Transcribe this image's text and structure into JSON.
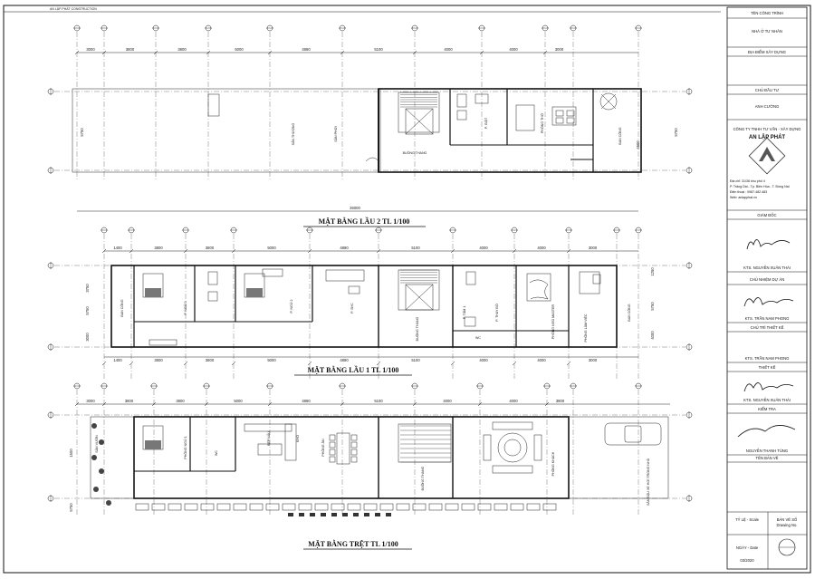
{
  "header_text": "AN LẬP PHÁT CONSTRUCTION",
  "plans": [
    {
      "title": "MẶT BẰNG LẦU 2 TL 1/100",
      "dims_top": [
        "3000",
        "3800",
        "3800",
        "5000",
        "4880",
        "5100",
        "4000",
        "4000",
        "3000"
      ],
      "total": "36000",
      "left_dim": "5750",
      "right_dims": [
        "5750",
        "4500"
      ],
      "rooms": [
        "SÂN THƯỢNG",
        "SÂN PHƠI",
        "BUỒNG THANG",
        "P. GIẶT",
        "PHÒNG THỜ",
        "BAN CÔNG"
      ]
    },
    {
      "title": "MẶT BẰNG LẦU 1 TL 1/100",
      "dims_top": [
        "1400",
        "3800",
        "3800",
        "5000",
        "4880",
        "5100",
        "4000",
        "4000",
        "3000"
      ],
      "dims_bottom": [
        "1400",
        "3800",
        "3800",
        "5000",
        "4880",
        "5100",
        "4000",
        "4000",
        "3000"
      ],
      "left_dims": [
        "3750",
        "5750",
        "3000"
      ],
      "right_dims": [
        "1250",
        "5750",
        "4000"
      ],
      "rooms": [
        "BAN CÔNG",
        "P. NGỦ 3",
        "P. NGỦ 2",
        "P. SHC",
        "BUỒNG THANG",
        "P. TẮM 1",
        "P. THAY ĐỒ",
        "PHÒNG NGỦ MASTER",
        "PHÒNG LÀM VIỆC",
        "WC",
        "BAN CÔNG"
      ]
    },
    {
      "title": "MẶT BẰNG TRỆT TL 1/100",
      "dims_top": [
        "3000",
        "3800",
        "3800",
        "5000",
        "4880",
        "5100",
        "4000",
        "4000",
        "3800"
      ],
      "left_dims": [
        "1500",
        "5750"
      ],
      "rooms": [
        "SÂN VƯỜN",
        "PHÒNG NGỦ 1",
        "WC",
        "BẾP NẤU",
        "PHÒNG ĂN",
        "KHO",
        "BUỒNG THANG",
        "PHÒNG KHÁCH",
        "SÂN ĐẬU XE HƠI TRONG NHÀ"
      ]
    }
  ],
  "title_block": {
    "project_label": "TÊN CÔNG TRÌNH",
    "project": "NHÀ Ở TƯ NHÂN",
    "location_label": "ĐỊA ĐIỂM XÂY DỰNG",
    "owner_label": "CHỦ ĐẦU TƯ",
    "owner": "ANH CƯỜNG",
    "company_line1": "CÔNG TY TNHH TƯ VẤN - XÂY DỰNG",
    "company_line2": "AN LẬP PHÁT",
    "address": "Địa chỉ: 31/36 khu phố 4",
    "address2": "P. Trảng Dài - Tp. Biên Hòa - T. Đồng Nai",
    "phone": "Điện thoại : 0987.482.483",
    "web": "Web: anlapphat.vn",
    "director_label": "GIÁM ĐỐC",
    "director": "KTS. NGUYỄN XUÂN THÁI",
    "pm_label": "CHỦ NHIỆM DỰ ÁN",
    "pm": "KTS. TRẦN NAM PHONG",
    "chief_label": "CHỦ TRÌ THIẾT KẾ",
    "chief": "KTS. TRẦN NAM PHONG",
    "designer_label": "THIẾT KẾ",
    "designer": "KTS. NGUYỄN XUÂN THÁI",
    "checker_label": "KIỂM TRA",
    "checker": "NGUYỄN THANH TÙNG",
    "drawing_name_label": "TÊN BẢN VẼ",
    "scale_label": "TỶ LỆ - Scale",
    "drawing_no_label": "BẢN VẼ SỐ",
    "drawing_no_label2": "Drawing No.",
    "date_label": "NGÀY - Date",
    "date": "03/2020"
  }
}
